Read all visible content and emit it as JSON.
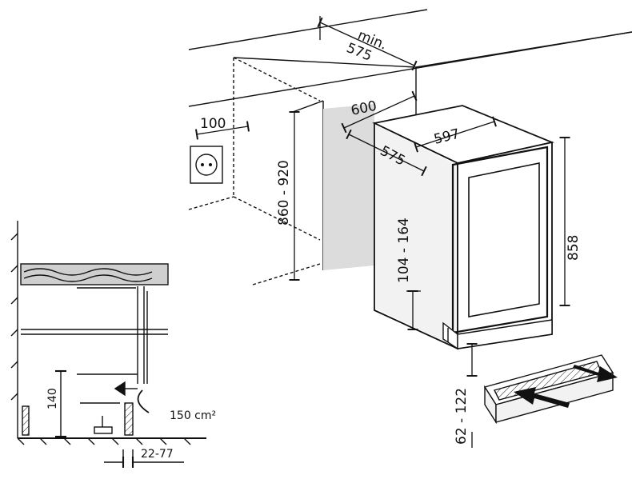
{
  "dimensions": {
    "min_label": "min.",
    "niche_depth": "575",
    "niche_depth_inner": "600",
    "socket_offset": "100",
    "niche_height": "860 - 920",
    "appliance_width": "597",
    "appliance_depth": "575",
    "appliance_height": "858",
    "plinth_height": "104 - 164",
    "foot_height": "62 - 122"
  },
  "side_detail": {
    "vent_height": "140",
    "vent_area": "150 cm²",
    "vent_gap": "22-77"
  },
  "icons": [
    "power-socket-icon",
    "airflow-in-arrow-icon",
    "airflow-out-arrow-icon"
  ],
  "colors": {
    "line": "#111111",
    "shade": "#dcdcdc",
    "wood": "#cfcfcf",
    "floor": "#ffffff"
  }
}
